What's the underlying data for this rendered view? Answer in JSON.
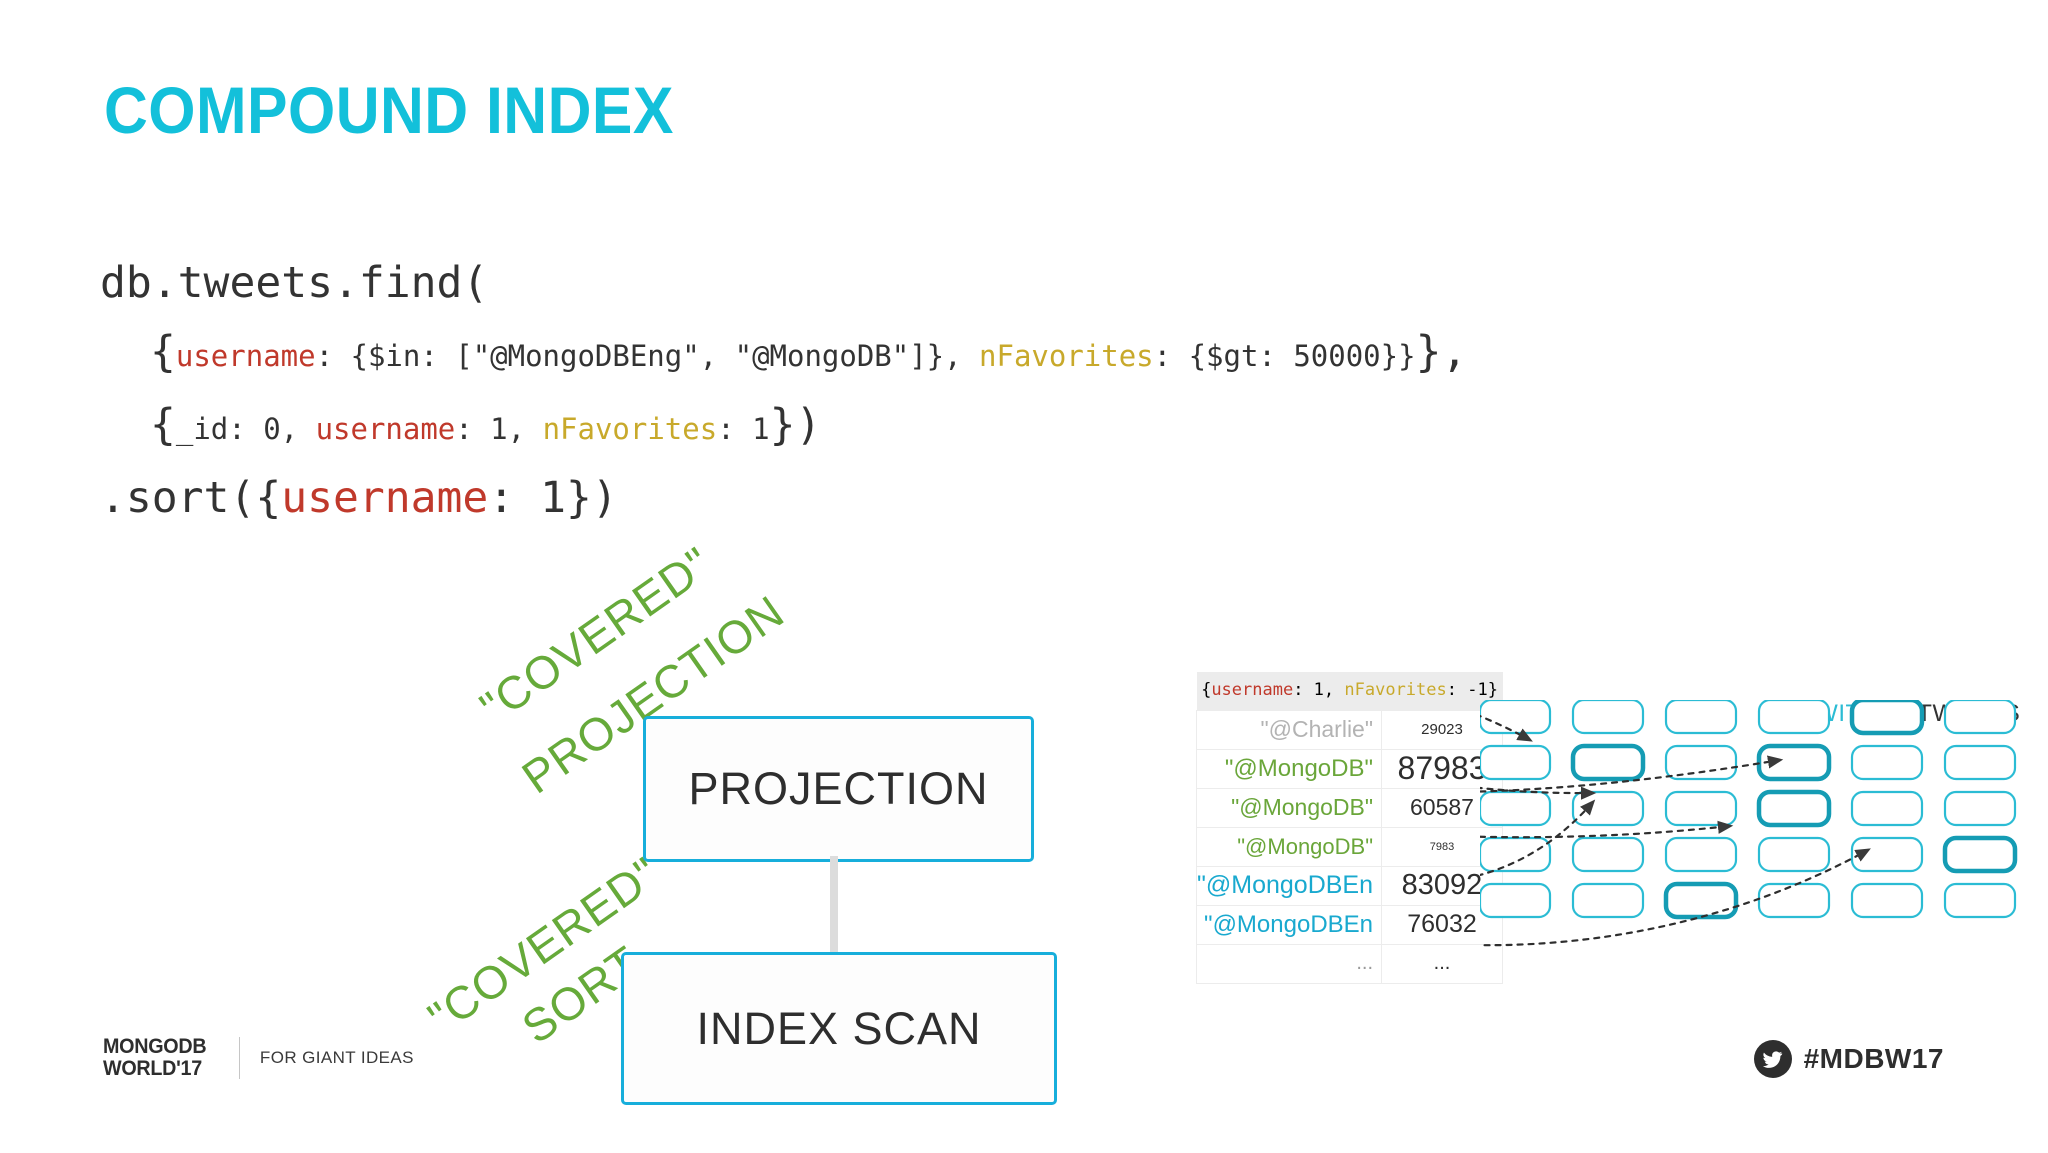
{
  "slide": {
    "title": "COMPOUND INDEX",
    "accent_color": "#13c0da",
    "green_color": "#66aa3a"
  },
  "code": {
    "line1": "db.tweets.find(",
    "line2": {
      "brace_open": "{",
      "key1": "username",
      "mid": ": {$in: [\"@MongoDBEng\", \"@MongoDB\"]}, ",
      "key2": "nFavorites",
      "tail": ": {$gt: 50000}}",
      "brace_close": "},"
    },
    "line3": {
      "brace_open": "{",
      "pre": "_id: 0, ",
      "key1": "username",
      "mid": ": 1, ",
      "key2": "nFavorites",
      "tail": ": 1",
      "brace_close": "})"
    },
    "line4": {
      "pre": ".sort({",
      "key1": "username",
      "tail": ": 1",
      "brace_close": "})"
    },
    "colors": {
      "username": "#c0392b",
      "nFavorites": "#c8a92b",
      "plain": "#333333"
    }
  },
  "annotations": [
    {
      "id": "covered-projection-1",
      "text": "\"COVERED\""
    },
    {
      "id": "covered-projection-2",
      "text": "PROJECTION"
    },
    {
      "id": "covered-sort-1",
      "text": "\"COVERED\""
    },
    {
      "id": "covered-sort-2",
      "text": "SORT"
    }
  ],
  "plan": {
    "projection_label": "PROJECTION",
    "index_scan_label": "INDEX SCAN",
    "border_color": "#17aedb"
  },
  "index_table": {
    "header": "{username: 1, nFavorites: -1}",
    "header_parts": {
      "open": "{",
      "key1": "username",
      "mid": ": 1, ",
      "key2": "nFavorites",
      "tail": ": -1}"
    },
    "columns": [
      "username",
      "nFavorites"
    ],
    "rows": [
      {
        "username": "\"@Charlie\"",
        "value": "29023",
        "user_color": "#b3b3b3",
        "user_size": 23,
        "value_size": 15
      },
      {
        "username": "\"@MongoDB\"",
        "value": "87983",
        "user_color": "#6aa63a",
        "user_size": 24,
        "value_size": 32
      },
      {
        "username": "\"@MongoDB\"",
        "value": "60587",
        "user_color": "#6aa63a",
        "user_size": 23,
        "value_size": 23
      },
      {
        "username": "\"@MongoDB\"",
        "value": "7983",
        "user_color": "#6aa63a",
        "user_size": 22,
        "value_size": 11
      },
      {
        "username": "\"@MongoDBEn",
        "value": "83092",
        "user_color": "#19a9cf",
        "user_size": 25,
        "value_size": 29
      },
      {
        "username": "\"@MongoDBEn",
        "value": "76032",
        "user_color": "#19a9cf",
        "user_size": 24,
        "value_size": 25
      },
      {
        "username": "...",
        "value": "...",
        "user_color": "#9a9a9a",
        "user_size": 20,
        "value_size": 20
      }
    ]
  },
  "collection": {
    "label_prefix": "TWITTER",
    "label_suffix": ".TWEETS",
    "prefix_color": "#2bbcd4",
    "suffix_color": "#333333",
    "doc_grid": {
      "cols": 6,
      "rows": 5,
      "normal_color": "#2bbcd4",
      "highlight_color": "#159cb4",
      "highlighted_cells": [
        [
          0,
          4
        ],
        [
          1,
          1
        ],
        [
          1,
          3
        ],
        [
          2,
          3
        ],
        [
          3,
          5
        ],
        [
          4,
          2
        ]
      ]
    }
  },
  "footer": {
    "logo_line1": "MONGODB",
    "logo_line2": "WORLD'17",
    "tagline": "FOR GIANT IDEAS",
    "hashtag": "#MDBW17"
  }
}
